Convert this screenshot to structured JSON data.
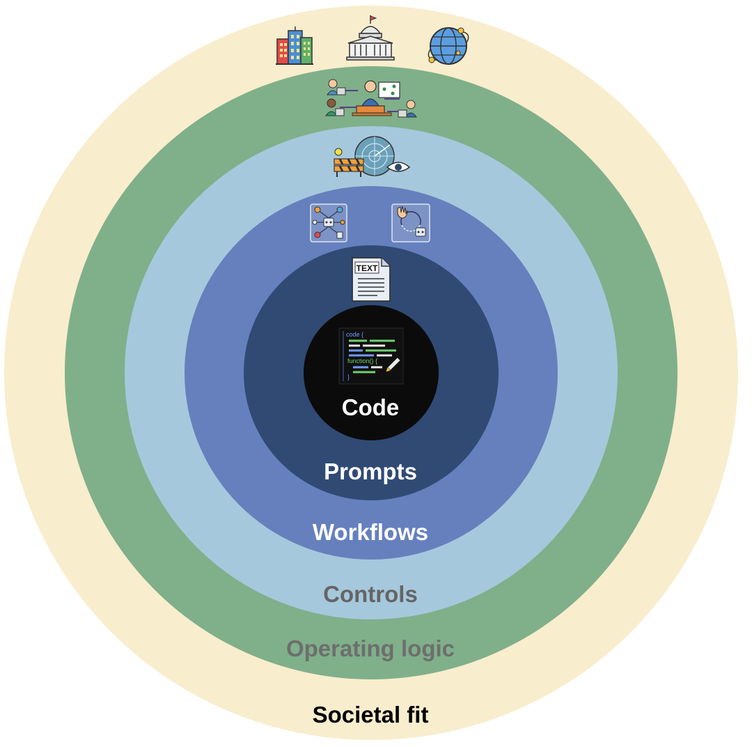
{
  "diagram": {
    "rings": [
      {
        "id": "societal-fit",
        "label": "Societal fit",
        "fill": "#f8edcd",
        "text_color": "#000000"
      },
      {
        "id": "operating-logic",
        "label": "Operating logic",
        "fill": "#7fb08a",
        "text_color": "#6e6e6e"
      },
      {
        "id": "controls",
        "label": "Controls",
        "fill": "#a6c8dc",
        "text_color": "#656565"
      },
      {
        "id": "workflows",
        "label": "Workflows",
        "fill": "#6580bd",
        "text_color": "#ffffff"
      },
      {
        "id": "prompts",
        "label": "Prompts",
        "fill": "#304a74",
        "text_color": "#ffffff"
      },
      {
        "id": "code",
        "label": "Code",
        "fill": "#0b0b0b",
        "text_color": "#ffffff"
      }
    ],
    "icons": {
      "societal": [
        "city-buildings-icon",
        "capitol-building-icon",
        "globe-network-icon"
      ],
      "operating": [
        "team-collaboration-icon"
      ],
      "controls": [
        "barrier-radar-eye-icon"
      ],
      "workflows": [
        "agent-orchestration-icon",
        "human-in-the-loop-icon"
      ],
      "prompts": [
        "text-document-icon"
      ],
      "code": [
        "code-editor-icon"
      ]
    },
    "text_doc_label": "TEXT",
    "code_snippet": [
      "code {",
      "function() {",
      "}"
    ]
  }
}
